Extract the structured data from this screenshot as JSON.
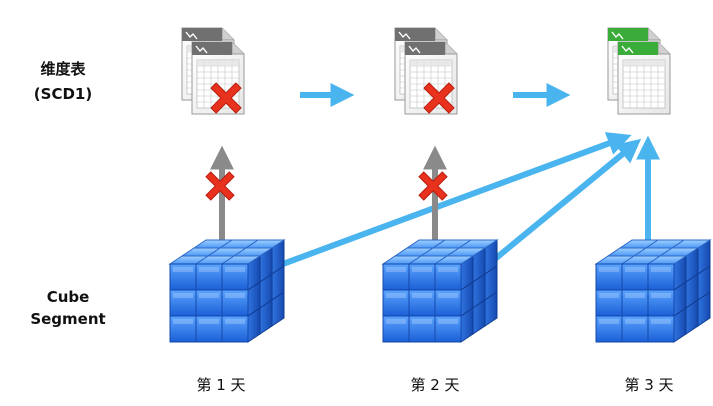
{
  "row_labels": {
    "dimension_title": "维度表",
    "dimension_subtitle": "(SCD1)",
    "cube_line1": "Cube",
    "cube_line2": "Segment"
  },
  "days": [
    {
      "label": "第 1 天",
      "table_state": "invalid",
      "update_arrow_state": "blocked"
    },
    {
      "label": "第 2 天",
      "table_state": "invalid",
      "update_arrow_state": "blocked"
    },
    {
      "label": "第 3 天",
      "table_state": "valid",
      "update_arrow_state": "active"
    }
  ],
  "icons": {
    "table": "spreadsheet-file-icon",
    "cube": "cube-segment-icon",
    "invalid_mark": "red-x-icon"
  },
  "colors": {
    "arrow_blue": "#4ab4ee",
    "arrow_gray": "#8a8a8a",
    "cross_red": "#e8321e",
    "cube_blue": "#2a76e8",
    "header_gray": "#707070",
    "header_green": "#3aac3a"
  }
}
